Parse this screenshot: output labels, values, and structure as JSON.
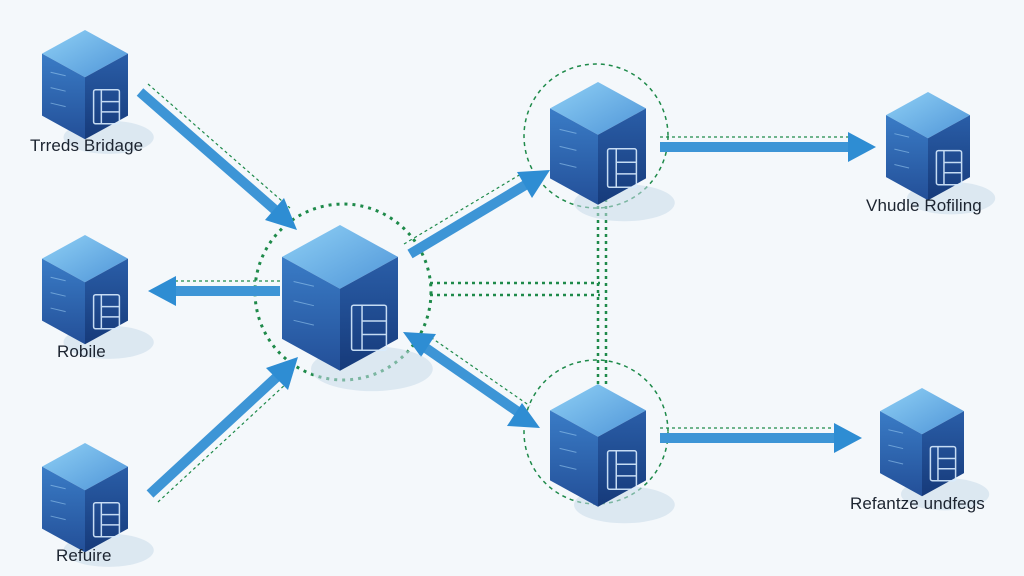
{
  "nodes": [
    {
      "id": "trreds-bridage",
      "label": "Trreds Bridage",
      "icon": "server-rack-icon"
    },
    {
      "id": "robile",
      "label": "Robile",
      "icon": "robot-icon"
    },
    {
      "id": "refuire",
      "label": "Refuire",
      "icon": "monitor-icon"
    },
    {
      "id": "hub",
      "label": "",
      "icon": "document-window-icon"
    },
    {
      "id": "upper-node",
      "label": "",
      "icon": "bug-icon"
    },
    {
      "id": "lower-node",
      "label": "",
      "icon": "circuit-icon"
    },
    {
      "id": "vhudle-rofiling",
      "label": "Vhudle Rofiling",
      "icon": "circuit-board-icon"
    },
    {
      "id": "refantze-undfegs",
      "label": "Refantze undfegs",
      "icon": "document-chart-icon"
    }
  ],
  "colors": {
    "cube_top": "#6fb4e8",
    "cube_left": "#2f68b4",
    "cube_right": "#1f4c95",
    "arrow": "#3d95d6",
    "dotted_ring": "#1e8a4a"
  }
}
